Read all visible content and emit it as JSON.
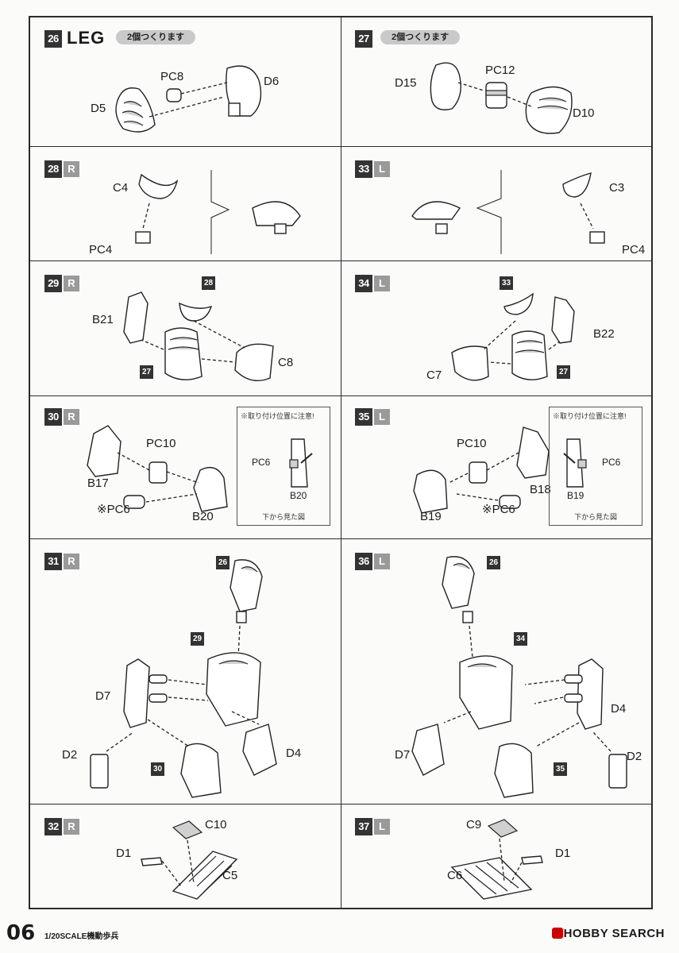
{
  "steps": {
    "s26": {
      "num": "26",
      "title": "LEG",
      "badge": "2個つくります",
      "labels": {
        "pc8": "PC8",
        "d6": "D6",
        "d5": "D5"
      }
    },
    "s27": {
      "num": "27",
      "badge": "2個つくります",
      "labels": {
        "pc12": "PC12",
        "d15": "D15",
        "d10": "D10"
      }
    },
    "s28": {
      "num": "28",
      "side": "R",
      "labels": {
        "c4": "C4",
        "pc4": "PC4"
      }
    },
    "s33": {
      "num": "33",
      "side": "L",
      "labels": {
        "c3": "C3",
        "pc4": "PC4"
      }
    },
    "s29": {
      "num": "29",
      "side": "R",
      "labels": {
        "b21": "B21",
        "c8": "C8"
      },
      "refs": {
        "a": "28",
        "b": "27"
      }
    },
    "s34": {
      "num": "34",
      "side": "L",
      "labels": {
        "b22": "B22",
        "c7": "C7"
      },
      "refs": {
        "a": "33",
        "b": "27"
      }
    },
    "s30": {
      "num": "30",
      "side": "R",
      "labels": {
        "pc10": "PC10",
        "b17": "B17",
        "pc6": "※PC6",
        "b20": "B20"
      },
      "note": {
        "title": "※取り付け位置に注意!",
        "pc6": "PC6",
        "part": "B20",
        "caption": "下から見た図"
      }
    },
    "s35": {
      "num": "35",
      "side": "L",
      "labels": {
        "pc10": "PC10",
        "b18": "B18",
        "pc6": "※PC6",
        "b19": "B19"
      },
      "note": {
        "title": "※取り付け位置に注意!",
        "pc6": "PC6",
        "part": "B19",
        "caption": "下から見た図"
      }
    },
    "s31": {
      "num": "31",
      "side": "R",
      "labels": {
        "d7": "D7",
        "d2": "D2",
        "d4": "D4"
      },
      "refs": {
        "a": "26",
        "b": "29",
        "c": "30"
      }
    },
    "s36": {
      "num": "36",
      "side": "L",
      "labels": {
        "d4": "D4",
        "d7": "D7",
        "d2": "D2"
      },
      "refs": {
        "a": "26",
        "b": "34",
        "c": "35"
      }
    },
    "s32": {
      "num": "32",
      "side": "R",
      "labels": {
        "c10": "C10",
        "d1": "D1",
        "c5": "C5"
      }
    },
    "s37": {
      "num": "37",
      "side": "L",
      "labels": {
        "c9": "C9",
        "d1": "D1",
        "c6": "C6"
      }
    }
  },
  "footer": {
    "page": "06",
    "scale": "1/20SCALE機動歩兵",
    "logo": "HOBBY SEARCH"
  }
}
